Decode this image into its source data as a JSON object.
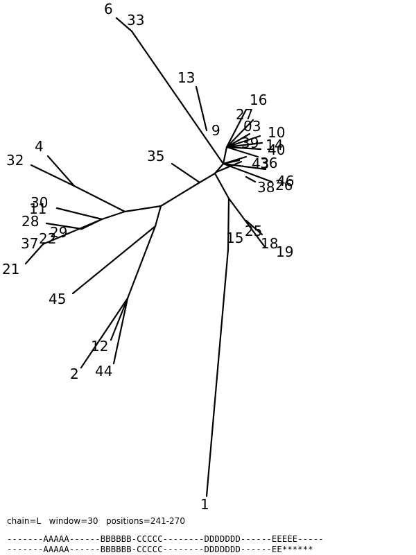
{
  "caption": "chain=L   window=30   positions=241-270",
  "sequence_rows": [
    "-------AAAAA------BBBBBB-CCCCC--------DDDDDDD------EEEEE-----",
    "-------AAAAA------BBBBBB-CCCCC--------DDDDDDD------EE******"
  ],
  "leaf_labels": [
    "6",
    "33",
    "13",
    "16",
    "27",
    "9",
    "03",
    "10",
    "39",
    "14",
    "40",
    "43",
    "36",
    "46",
    "38",
    "26",
    "35",
    "4",
    "32",
    "30",
    "11",
    "28",
    "29",
    "22",
    "37",
    "21",
    "45",
    "15",
    "25",
    "18",
    "19",
    "12",
    "2",
    "44",
    "1"
  ]
}
